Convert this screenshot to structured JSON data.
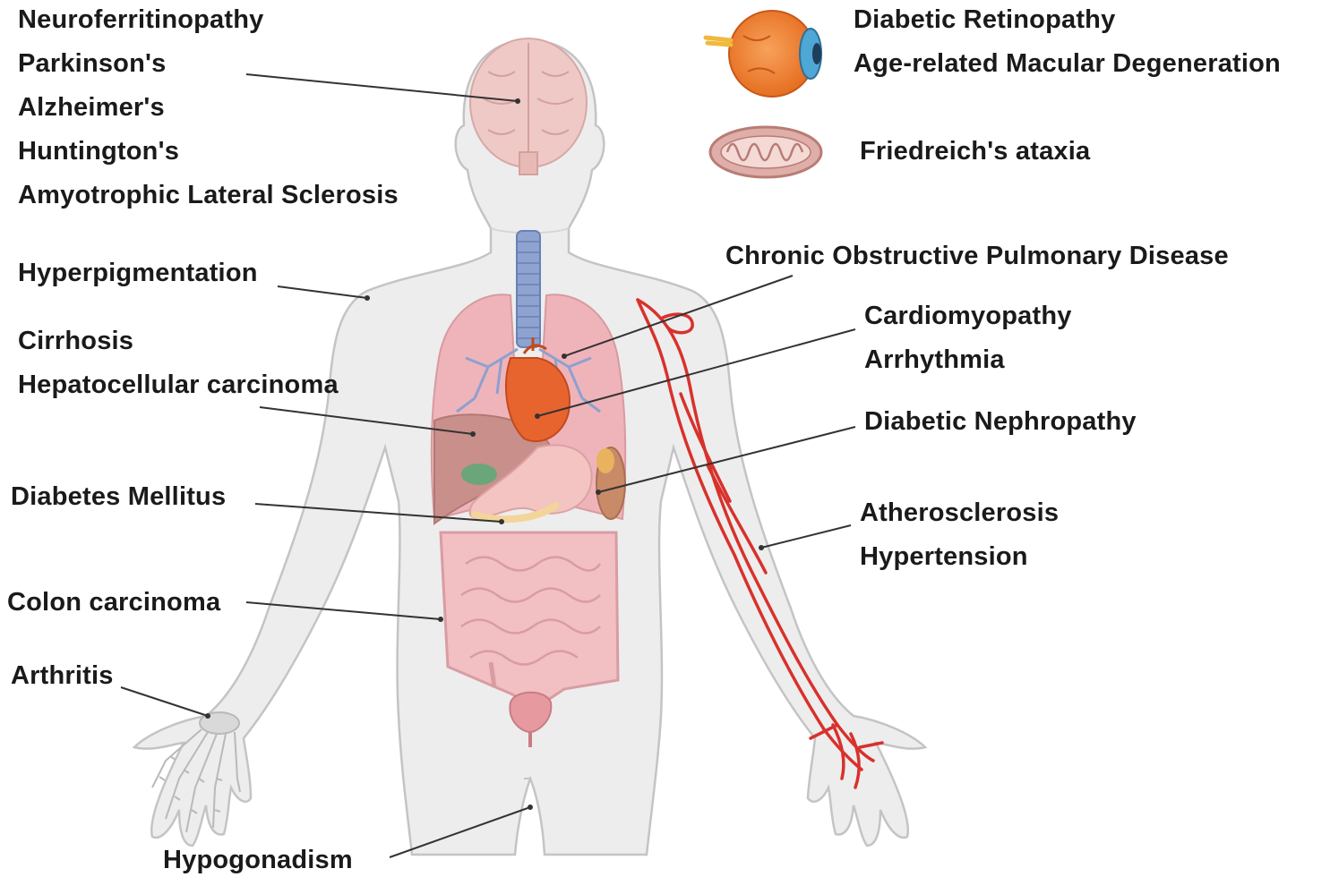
{
  "labels": {
    "brain": [
      "Neuroferritinopathy",
      "Parkinson's",
      "Alzheimer's",
      "Huntington's",
      "Amyotrophic Lateral Sclerosis"
    ],
    "skin": "Hyperpigmentation",
    "liver": [
      "Cirrhosis",
      "Hepatocellular carcinoma"
    ],
    "pancreas": "Diabetes Mellitus",
    "colon": "Colon carcinoma",
    "joints": "Arthritis",
    "gonads": "Hypogonadism",
    "eye": [
      "Diabetic Retinopathy",
      "Age-related Macular Degeneration"
    ],
    "mitochondria": "Friedreich's ataxia",
    "lungs": "Chronic Obstructive Pulmonary Disease",
    "heart": [
      "Cardiomyopathy",
      "Arrhythmia"
    ],
    "kidney": "Diabetic Nephropathy",
    "vessels": [
      "Atherosclerosis",
      "Hypertension"
    ]
  },
  "colors": {
    "body_fill": "#ededed",
    "body_outline": "#c8c8c8",
    "organ_pink": "#efb4ba",
    "organ_dark": "#d79aa0",
    "artery_red": "#d8312c",
    "airway_blue": "#7b8fc0",
    "eye_orange": "#f08a3a",
    "leader_line": "#333333"
  },
  "icons": [
    "eye-icon",
    "mitochondrion-icon"
  ]
}
